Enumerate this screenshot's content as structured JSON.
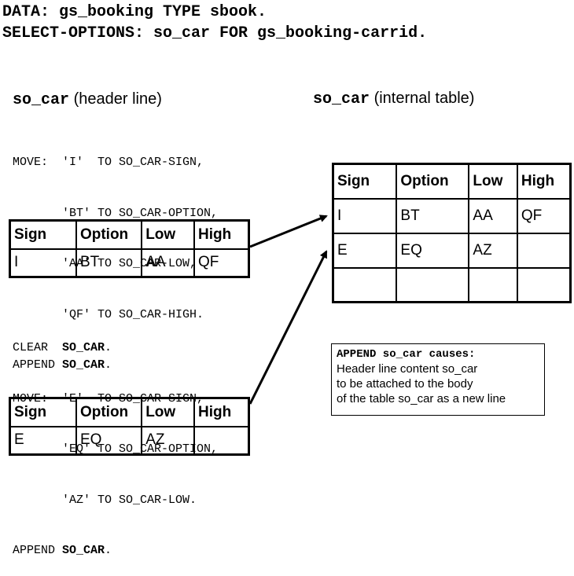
{
  "header": {
    "line1": "DATA: gs_booking TYPE sbook.",
    "line2": "SELECT-OPTIONS: so_car FOR gs_booking-carrid."
  },
  "left_title": {
    "code": "so_car",
    "text": " (header line)"
  },
  "right_title": {
    "code": "so_car",
    "text": " (internal table)"
  },
  "code_block_1": [
    {
      "pre": "MOVE:  'I'  TO SO_CAR-SIGN,",
      "bold": "",
      "post": ""
    },
    {
      "pre": "       'BT' TO SO_CAR-OPTION,",
      "bold": "",
      "post": ""
    },
    {
      "pre": "       'AA' TO SO_CAR-LOW,",
      "bold": "",
      "post": ""
    },
    {
      "pre": "       'QF' TO SO_CAR-HIGH.",
      "bold": "",
      "post": ""
    },
    {
      "pre": "APPEND ",
      "bold": "SO_CAR",
      "post": "."
    }
  ],
  "code_block_2": [
    {
      "pre": "CLEAR  ",
      "bold": "SO_CAR",
      "post": "."
    },
    {
      "pre": "MOVE:  'E'  TO SO_CAR-SIGN,",
      "bold": "",
      "post": ""
    },
    {
      "pre": "       'EQ' TO SO_CAR-OPTION,",
      "bold": "",
      "post": ""
    },
    {
      "pre": "       'AZ' TO SO_CAR-LOW.",
      "bold": "",
      "post": ""
    },
    {
      "pre": "APPEND ",
      "bold": "SO_CAR",
      "post": "."
    }
  ],
  "columns": [
    "Sign",
    "Option",
    "Low",
    "High"
  ],
  "header_line_1": [
    "I",
    "BT",
    "AA",
    "QF"
  ],
  "header_line_2": [
    "E",
    "EQ",
    "AZ",
    ""
  ],
  "internal_table_rows": [
    [
      "I",
      "BT",
      "AA",
      "QF"
    ],
    [
      "E",
      "EQ",
      "AZ",
      ""
    ],
    [
      "",
      "",
      "",
      ""
    ]
  ],
  "note": {
    "title": "APPEND so_car causes:",
    "lines": [
      "Header line content so_car",
      "to be attached to the body",
      "of the table so_car as a new line"
    ]
  }
}
